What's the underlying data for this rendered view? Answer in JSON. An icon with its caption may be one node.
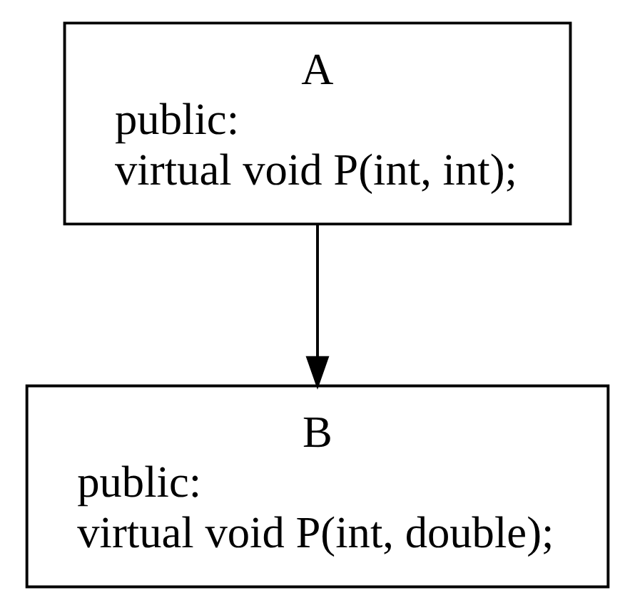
{
  "diagram": {
    "nodes": [
      {
        "text": [
          "A",
          "public:",
          "virtual void P(int, int);"
        ]
      },
      {
        "text": [
          "B",
          "public:",
          "virtual void P(int, double);"
        ]
      }
    ],
    "edges": [
      {
        "from": 0,
        "to": 1,
        "arrow": "to"
      }
    ]
  }
}
